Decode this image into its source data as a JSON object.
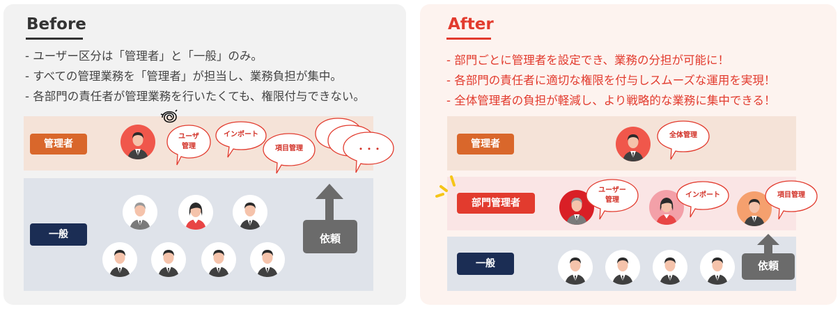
{
  "before": {
    "title": "Before",
    "bullets": [
      "- ユーザー区分は「管理者」と「一般」のみ。",
      "- すべての管理業務を「管理者」が担当し、業務負担が集中。",
      "- 各部門の責任者が管理業務を行いたくても、権限付与できない。"
    ],
    "roles": {
      "admin": "管理者",
      "general": "一般"
    },
    "bubbles": [
      "ユーザ\n管理",
      "インポート",
      "項目管理",
      "・・・"
    ],
    "request": "依頼"
  },
  "after": {
    "title": "After",
    "bullets": [
      "- 部門ごとに管理者を設定でき、業務の分担が可能に！",
      "- 各部門の責任者に適切な権限を付与しスムーズな運用を実現！",
      "- 全体管理者の負担が軽減し、より戦略的な業務に集中できる！"
    ],
    "roles": {
      "admin": "管理者",
      "dept_admin": "部門管理者",
      "general": "一般"
    },
    "bubbles": [
      "全体管理",
      "ユーザー\n管理",
      "インポート",
      "項目管理"
    ],
    "request": "依頼"
  },
  "colors": {
    "accent_red": "#e23b2e",
    "orange": "#d9672b",
    "navy": "#1b2d54",
    "gray": "#6b6b6b"
  },
  "icons": [
    "person-avatar-icon",
    "stress-scribble-icon",
    "speech-bubble-icon",
    "up-arrow-icon",
    "highlight-rays-icon"
  ]
}
